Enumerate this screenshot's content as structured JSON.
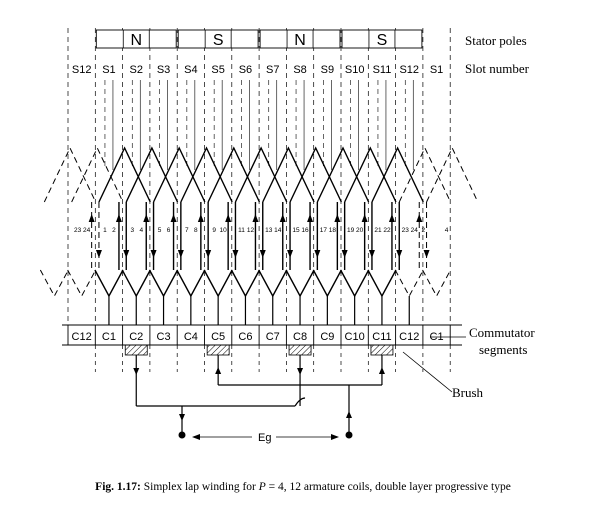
{
  "poles": [
    "N",
    "S",
    "N",
    "S"
  ],
  "labels": {
    "stator_poles": "Stator poles",
    "slot_number": "Slot number",
    "commutator_line1": "Commutator",
    "commutator_line2": "segments",
    "brush": "Brush",
    "emf": "Eg"
  },
  "slots": [
    "S12",
    "S1",
    "S2",
    "S3",
    "S4",
    "S5",
    "S6",
    "S7",
    "S8",
    "S9",
    "S10",
    "S11",
    "S12",
    "S1"
  ],
  "segments": [
    "C12",
    "C1",
    "C2",
    "C3",
    "C4",
    "C5",
    "C6",
    "C7",
    "C8",
    "C9",
    "C10",
    "C11",
    "C12",
    "C1"
  ],
  "conductor_numbers": [
    "23",
    "24",
    "1",
    "2",
    "3",
    "4",
    "5",
    "6",
    "7",
    "8",
    "9",
    "10",
    "11",
    "12",
    "13",
    "14",
    "15",
    "16",
    "17",
    "18",
    "19",
    "20",
    "21",
    "22",
    "23",
    "24",
    "2",
    "4"
  ],
  "caption": {
    "fig": "Fig. 1.17:",
    "pre": "Simplex lap winding for ",
    "var": "P",
    "post": " = 4, 12 armature coils, double layer progressive type"
  }
}
